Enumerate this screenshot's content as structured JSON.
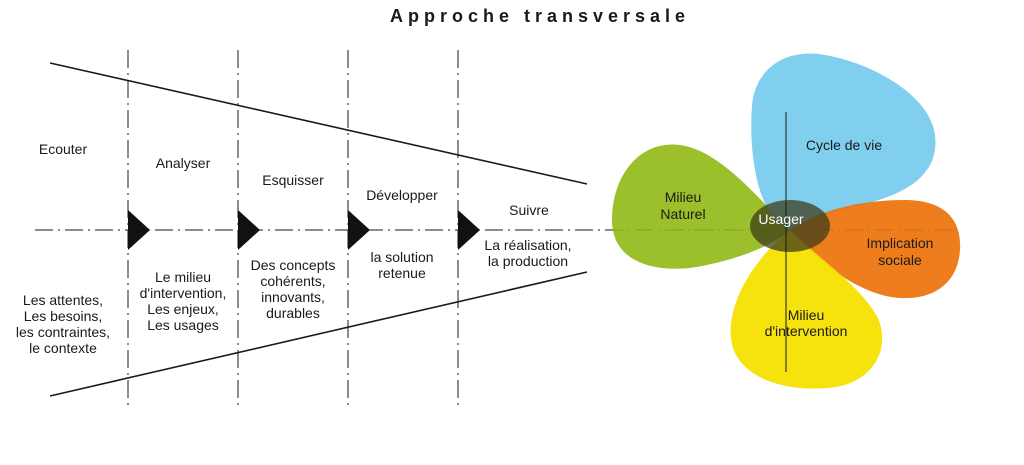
{
  "title": "Approche transversale",
  "stages": [
    {
      "name": "Ecouter",
      "detail": [
        "Les attentes,",
        "Les besoins,",
        "les contraintes,",
        "le contexte"
      ]
    },
    {
      "name": "Analyser",
      "detail": [
        "Le milieu",
        "d'intervention,",
        "Les enjeux,",
        "Les usages"
      ]
    },
    {
      "name": "Esquisser",
      "detail": [
        "Des concepts",
        "cohérents,",
        "innovants,",
        "durables"
      ]
    },
    {
      "name": "Développer",
      "detail": [
        "la solution",
        "retenue"
      ]
    },
    {
      "name": "Suivre",
      "detail": [
        "La réalisation,",
        "la production"
      ]
    }
  ],
  "petals": [
    {
      "label": [
        "Milieu",
        "Naturel"
      ],
      "color": "#8db70e"
    },
    {
      "label": [
        "Cycle de vie"
      ],
      "color": "#5ec1ea"
    },
    {
      "label": [
        "Implication",
        "sociale"
      ],
      "color": "#ec7004"
    },
    {
      "label": [
        "Milieu",
        "d'intervention"
      ],
      "color": "#f5e200"
    }
  ],
  "center": {
    "label": "Usager",
    "color": "#3d3d1a"
  },
  "colors": {
    "line": "#1a1a1a",
    "arrow": "#111111"
  }
}
